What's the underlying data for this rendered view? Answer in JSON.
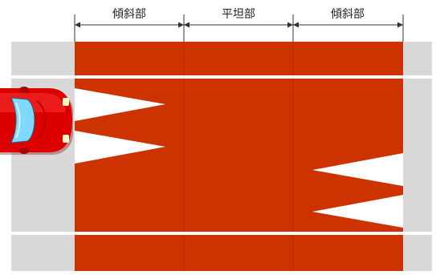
{
  "labels": {
    "left_slope": "傾斜部",
    "flat": "平坦部",
    "right_slope": "傾斜部"
  },
  "colors": {
    "hump": "#cc3300",
    "road": "#d8d8d8",
    "lane_line": "#ffffff",
    "marking": "#ffffff",
    "car_body": "#dd0000",
    "dimension_line": "#333333"
  },
  "icons": {
    "vehicle": "car-icon"
  }
}
